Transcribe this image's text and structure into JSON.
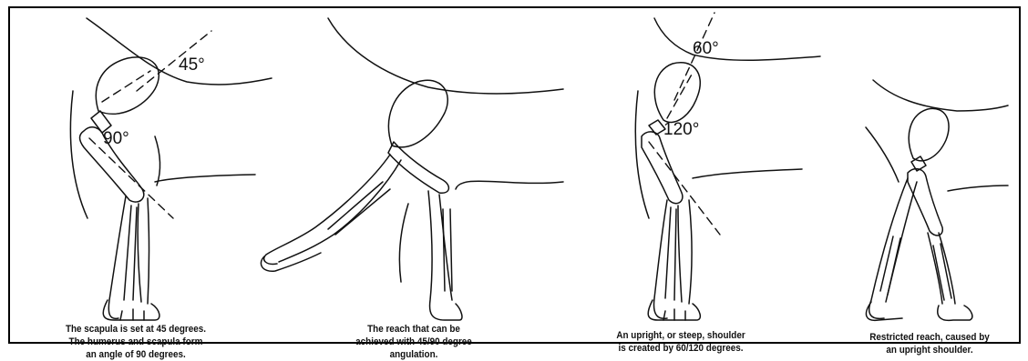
{
  "angles": {
    "panel1_scapula": "45°",
    "panel1_joint": "90°",
    "panel3_scapula": "60°",
    "panel3_joint": "120°"
  },
  "captions": [
    {
      "lines": [
        "The scapula is set at 45 degrees.",
        "The humerus and scapula form",
        "an angle of 90 degrees."
      ]
    },
    {
      "lines": [
        "The reach that can be",
        "achieved with 45/90 degree",
        "angulation."
      ]
    },
    {
      "lines": [
        "An upright, or steep, shoulder",
        "is created by 60/120 degrees."
      ]
    },
    {
      "lines": [
        "Restricted reach, caused by",
        "an upright shoulder."
      ]
    }
  ]
}
